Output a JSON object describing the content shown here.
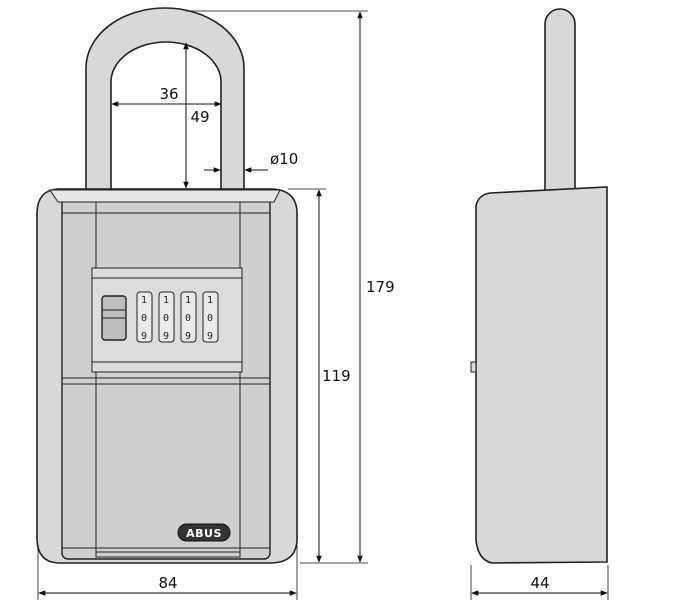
{
  "dimensions": {
    "shackle_inner_width": "36",
    "shackle_clearance": "49",
    "shackle_diameter": "ø10",
    "total_height": "179",
    "body_height": "119",
    "body_width": "84",
    "depth": "44"
  },
  "combination_wheels": {
    "top_digits": [
      "1",
      "1",
      "1",
      "1"
    ],
    "middle_digits": [
      "0",
      "0",
      "0",
      "0"
    ],
    "bottom_digits": [
      "9",
      "9",
      "9",
      "9"
    ]
  },
  "brand_logo": "ABUS"
}
